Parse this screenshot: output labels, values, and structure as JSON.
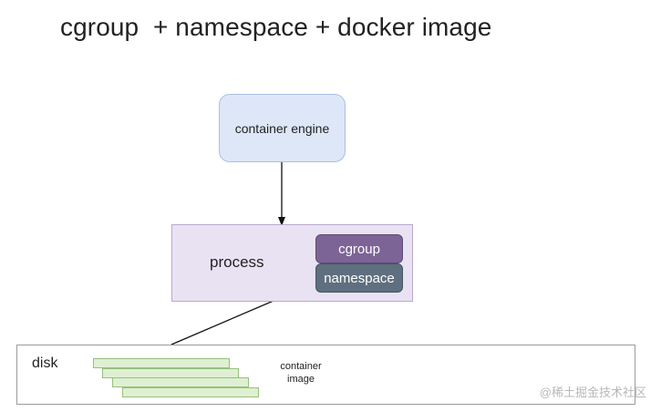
{
  "title": "cgroup  + namespace + docker image",
  "nodes": {
    "container_engine": "container engine",
    "process": "process",
    "cgroup": "cgroup",
    "namespace": "namespace",
    "disk": "disk",
    "container_image_line1": "container",
    "container_image_line2": "image"
  },
  "watermark": "@稀土掘金技术社区",
  "colors": {
    "engine_fill": "#dde7f8",
    "process_fill": "#e9e2f3",
    "cgroup_fill": "#7d6496",
    "namespace_fill": "#5f6f7f",
    "image_layer_fill": "#dff0d2"
  }
}
